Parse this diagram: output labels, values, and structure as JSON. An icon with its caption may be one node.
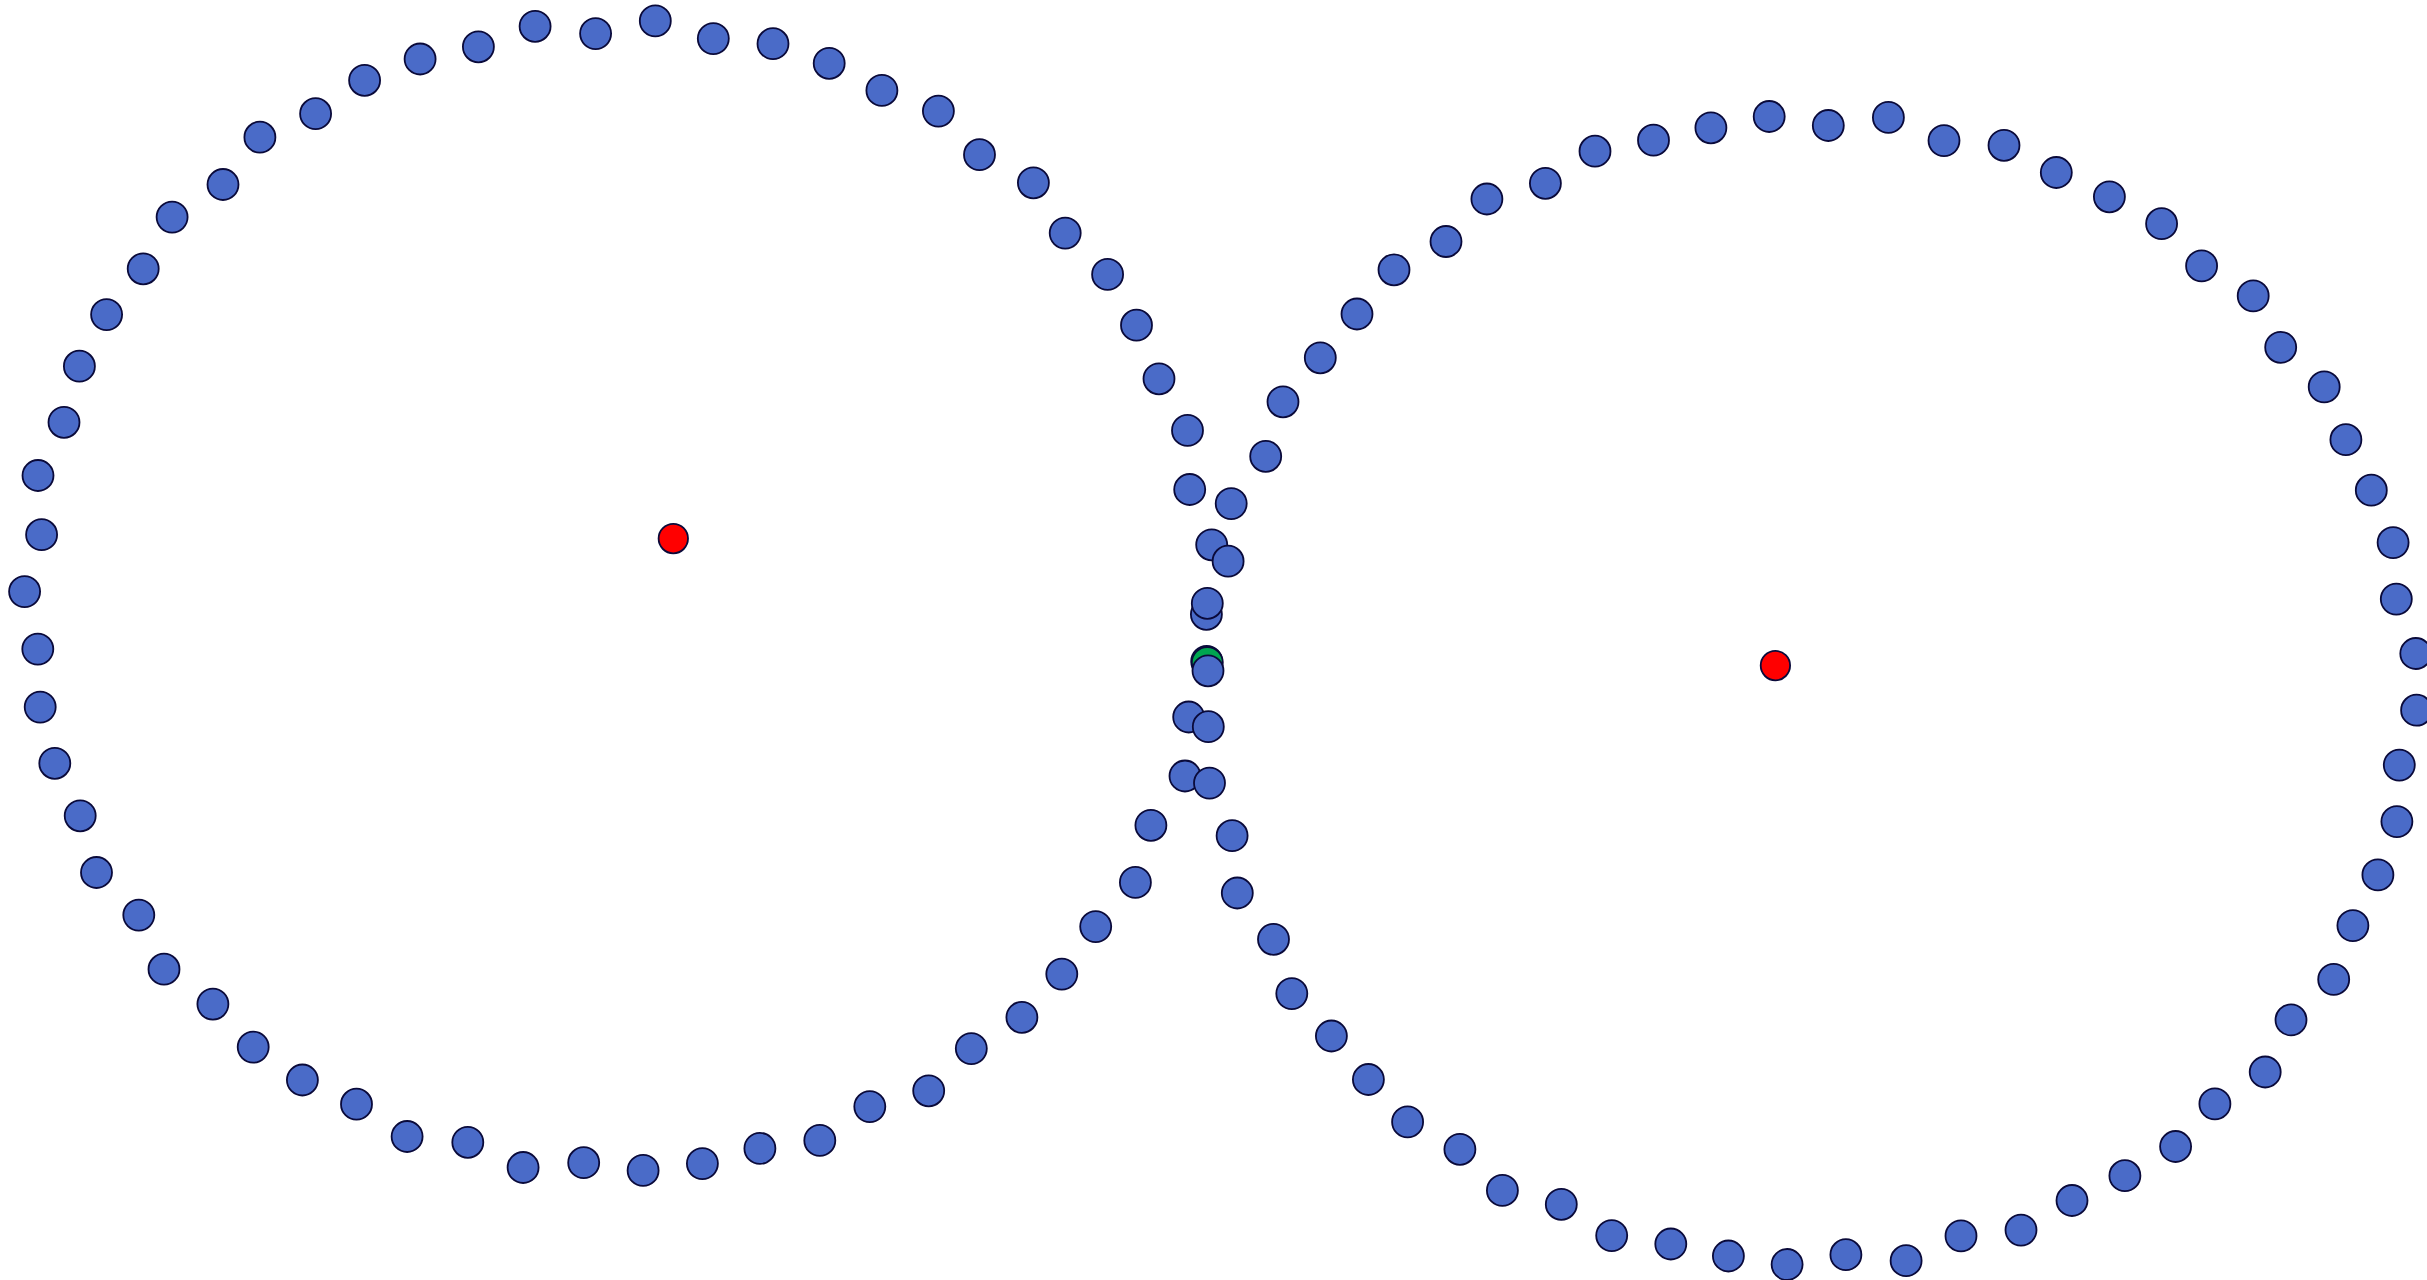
{
  "diagram": {
    "nodes": [
      {
        "text": [],
        "shape": "circle"
      },
      {
        "text": [],
        "shape": "circle"
      },
      {
        "text": [],
        "shape": "circle"
      },
      {
        "text": [],
        "shape": "circle"
      },
      {
        "text": [],
        "shape": "circle"
      },
      {
        "text": [],
        "shape": "circle"
      },
      {
        "text": [],
        "shape": "circle"
      },
      {
        "text": [],
        "shape": "circle"
      },
      {
        "text": [],
        "shape": "circle"
      },
      {
        "text": [],
        "shape": "circle"
      },
      {
        "text": [],
        "shape": "circle"
      },
      {
        "text": [],
        "shape": "circle"
      },
      {
        "text": [],
        "shape": "circle"
      },
      {
        "text": [],
        "shape": "circle"
      },
      {
        "text": [],
        "shape": "circle"
      },
      {
        "text": [],
        "shape": "circle"
      },
      {
        "text": [],
        "shape": "circle"
      },
      {
        "text": [],
        "shape": "circle"
      },
      {
        "text": [],
        "shape": "circle"
      },
      {
        "text": [],
        "shape": "circle"
      },
      {
        "text": [],
        "shape": "circle"
      },
      {
        "text": [],
        "shape": "circle"
      },
      {
        "text": [],
        "shape": "circle"
      },
      {
        "text": [],
        "shape": "circle"
      },
      {
        "text": [],
        "shape": "circle"
      },
      {
        "text": [],
        "shape": "circle"
      },
      {
        "text": [],
        "shape": "circle"
      },
      {
        "text": [],
        "shape": "circle"
      },
      {
        "text": [],
        "shape": "circle"
      },
      {
        "text": [],
        "shape": "circle"
      },
      {
        "text": [],
        "shape": "circle"
      },
      {
        "text": [],
        "shape": "circle"
      },
      {
        "text": [],
        "shape": "circle"
      },
      {
        "text": [],
        "shape": "circle"
      },
      {
        "text": [],
        "shape": "circle"
      },
      {
        "text": [],
        "shape": "circle"
      },
      {
        "text": [],
        "shape": "circle"
      },
      {
        "text": [],
        "shape": "circle"
      },
      {
        "text": [],
        "shape": "circle"
      },
      {
        "text": [],
        "shape": "circle"
      },
      {
        "text": [],
        "shape": "circle"
      },
      {
        "text": [],
        "shape": "circle"
      },
      {
        "text": [],
        "shape": "circle"
      },
      {
        "text": [],
        "shape": "circle"
      },
      {
        "text": [],
        "shape": "circle"
      },
      {
        "text": [],
        "shape": "circle"
      },
      {
        "text": [],
        "shape": "circle"
      },
      {
        "text": [],
        "shape": "circle"
      },
      {
        "text": [],
        "shape": "circle"
      },
      {
        "text": [],
        "shape": "circle"
      },
      {
        "text": [],
        "shape": "circle"
      },
      {
        "text": [],
        "shape": "circle"
      },
      {
        "text": [],
        "shape": "circle"
      },
      {
        "text": [],
        "shape": "circle"
      },
      {
        "text": [],
        "shape": "circle"
      },
      {
        "text": [],
        "shape": "circle"
      },
      {
        "text": [],
        "shape": "circle"
      },
      {
        "text": [],
        "shape": "circle"
      },
      {
        "text": [],
        "shape": "circle"
      },
      {
        "text": [],
        "shape": "circle"
      },
      {
        "text": [],
        "shape": "circle"
      },
      {
        "text": [],
        "shape": "circle"
      },
      {
        "text": [],
        "shape": "circle"
      },
      {
        "text": [],
        "shape": "circle"
      },
      {
        "text": [],
        "shape": "circle"
      },
      {
        "text": [],
        "shape": "circle"
      },
      {
        "text": [],
        "shape": "circle"
      },
      {
        "text": [],
        "shape": "circle"
      },
      {
        "text": [],
        "shape": "circle"
      },
      {
        "text": [],
        "shape": "circle"
      },
      {
        "text": [],
        "shape": "circle"
      },
      {
        "text": [],
        "shape": "circle"
      },
      {
        "text": [],
        "shape": "circle"
      },
      {
        "text": [],
        "shape": "circle"
      },
      {
        "text": [],
        "shape": "circle"
      },
      {
        "text": [],
        "shape": "circle"
      },
      {
        "text": [],
        "shape": "circle"
      },
      {
        "text": [],
        "shape": "circle"
      },
      {
        "text": [],
        "shape": "circle"
      },
      {
        "text": [],
        "shape": "circle"
      },
      {
        "text": [],
        "shape": "circle"
      },
      {
        "text": [],
        "shape": "circle"
      },
      {
        "text": [],
        "shape": "circle"
      },
      {
        "text": [],
        "shape": "circle"
      },
      {
        "text": [],
        "shape": "circle"
      },
      {
        "text": [],
        "shape": "circle"
      },
      {
        "text": [],
        "shape": "circle"
      },
      {
        "text": [],
        "shape": "circle"
      },
      {
        "text": [],
        "shape": "circle"
      },
      {
        "text": [],
        "shape": "circle"
      },
      {
        "text": [],
        "shape": "circle"
      },
      {
        "text": [],
        "shape": "circle"
      },
      {
        "text": [],
        "shape": "circle"
      },
      {
        "text": [],
        "shape": "circle"
      },
      {
        "text": [],
        "shape": "circle"
      },
      {
        "text": [],
        "shape": "circle"
      },
      {
        "text": [],
        "shape": "circle"
      },
      {
        "text": [],
        "shape": "circle"
      },
      {
        "text": [],
        "shape": "circle"
      },
      {
        "text": [],
        "shape": "circle"
      },
      {
        "text": [],
        "shape": "circle"
      },
      {
        "text": [],
        "shape": "circle"
      },
      {
        "text": [],
        "shape": "circle"
      },
      {
        "text": [],
        "shape": "circle"
      },
      {
        "text": [],
        "shape": "circle"
      },
      {
        "text": [],
        "shape": "circle"
      },
      {
        "text": [],
        "shape": "circle"
      },
      {
        "text": [],
        "shape": "circle"
      },
      {
        "text": [],
        "shape": "circle"
      },
      {
        "text": [],
        "shape": "circle"
      },
      {
        "text": [],
        "shape": "circle"
      },
      {
        "text": [],
        "shape": "circle"
      },
      {
        "text": [],
        "shape": "circle"
      },
      {
        "text": [],
        "shape": "circle"
      },
      {
        "text": [],
        "shape": "circle"
      },
      {
        "text": [],
        "shape": "circle"
      },
      {
        "text": [],
        "shape": "circle"
      },
      {
        "text": [],
        "shape": "circle"
      },
      {
        "text": [],
        "shape": "circle"
      },
      {
        "text": [],
        "shape": "circle"
      },
      {
        "text": [],
        "shape": "circle"
      },
      {
        "text": [],
        "shape": "circle"
      },
      {
        "text": [],
        "shape": "circle"
      },
      {
        "text": [],
        "shape": "circle"
      },
      {
        "text": [],
        "shape": "circle"
      },
      {
        "text": [],
        "shape": "circle"
      },
      {
        "text": [],
        "shape": "circle"
      },
      {
        "text": [],
        "shape": "circle"
      },
      {
        "text": [],
        "shape": "circle"
      }
    ]
  }
}
